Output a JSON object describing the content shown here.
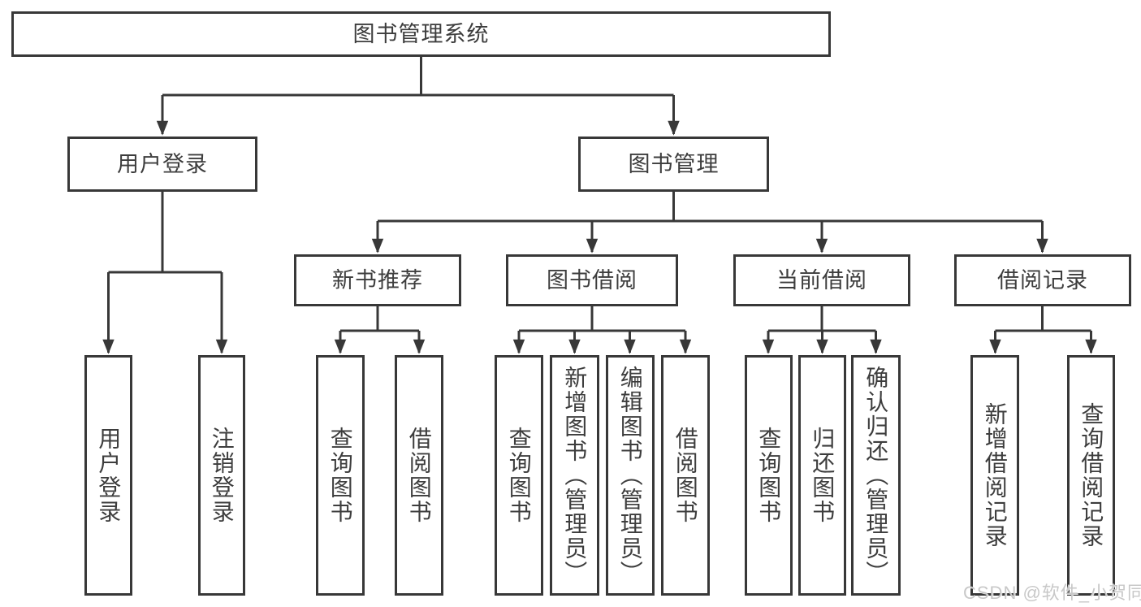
{
  "diagram": {
    "title": "图书管理系统",
    "root": {
      "label": "图书管理系统"
    },
    "level2": [
      {
        "label": "用户登录",
        "children": [
          "用户登录",
          "注销登录"
        ]
      },
      {
        "label": "图书管理",
        "sections": [
          {
            "label": "新书推荐",
            "children": [
              "查询图书",
              "借阅图书"
            ]
          },
          {
            "label": "图书借阅",
            "children": [
              "查询图书",
              "新增图书（管理员）",
              "编辑图书（管理员）",
              "借阅图书"
            ]
          },
          {
            "label": "当前借阅",
            "children": [
              "查询图书",
              "归还图书",
              "确认归还（管理员）"
            ]
          },
          {
            "label": "借阅记录",
            "children": [
              "新增借阅记录",
              "查询借阅记录"
            ]
          }
        ]
      }
    ]
  },
  "watermark": "CSDN @软件_小贺同学",
  "colors": {
    "line": "#383838",
    "text": "#3d3d3d",
    "watermark": "#c8c8c8"
  }
}
